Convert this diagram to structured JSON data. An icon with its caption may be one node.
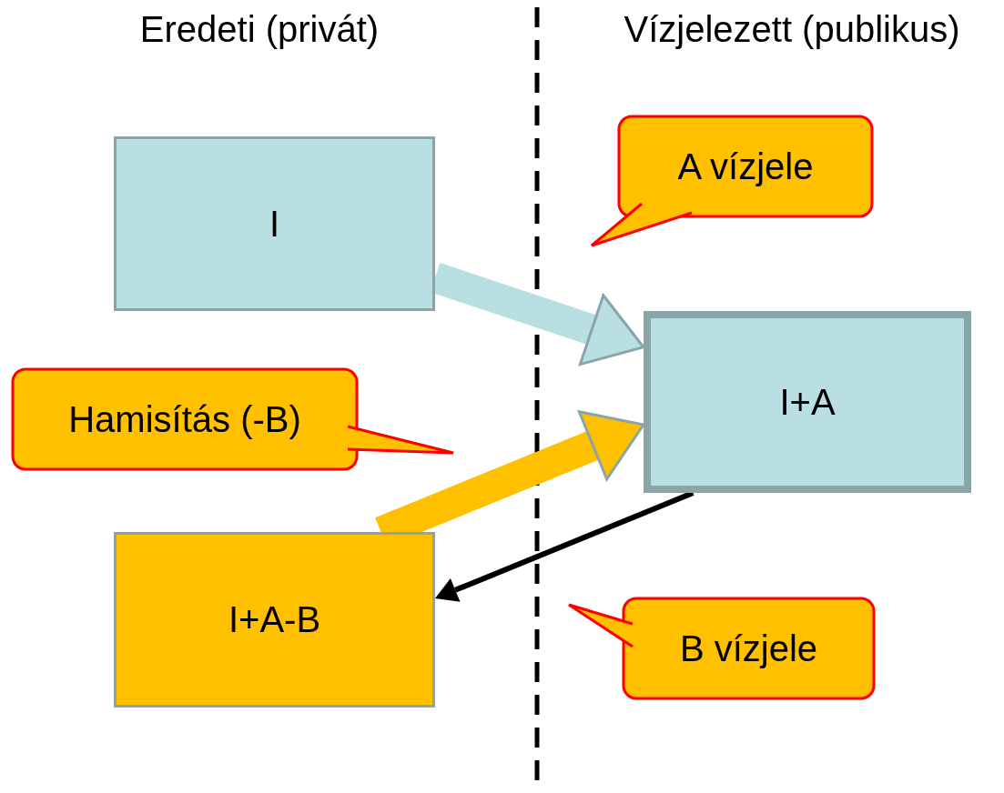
{
  "diagram": {
    "nodes": [
      {
        "text": [
          "A vízjele"
        ]
      },
      {
        "text": [
          "I"
        ]
      },
      {
        "text": [
          "I+A"
        ]
      },
      {
        "text": [
          "Hamisítás (-B)"
        ]
      },
      {
        "text": [
          "I+A-B"
        ]
      },
      {
        "text": [
          "B vízjele"
        ]
      }
    ],
    "edges": [
      {
        "from": 1,
        "to": 2,
        "arrow": "to",
        "color": "#b9dfe2"
      },
      {
        "from": 2,
        "to": 4,
        "arrow": "to",
        "color": "#000000"
      },
      {
        "from": 4,
        "to": 2,
        "arrow": "to",
        "color": "#ffc000"
      }
    ],
    "labels": [
      "Eredeti (privát)",
      "Vízjelezett (publikus)"
    ]
  }
}
